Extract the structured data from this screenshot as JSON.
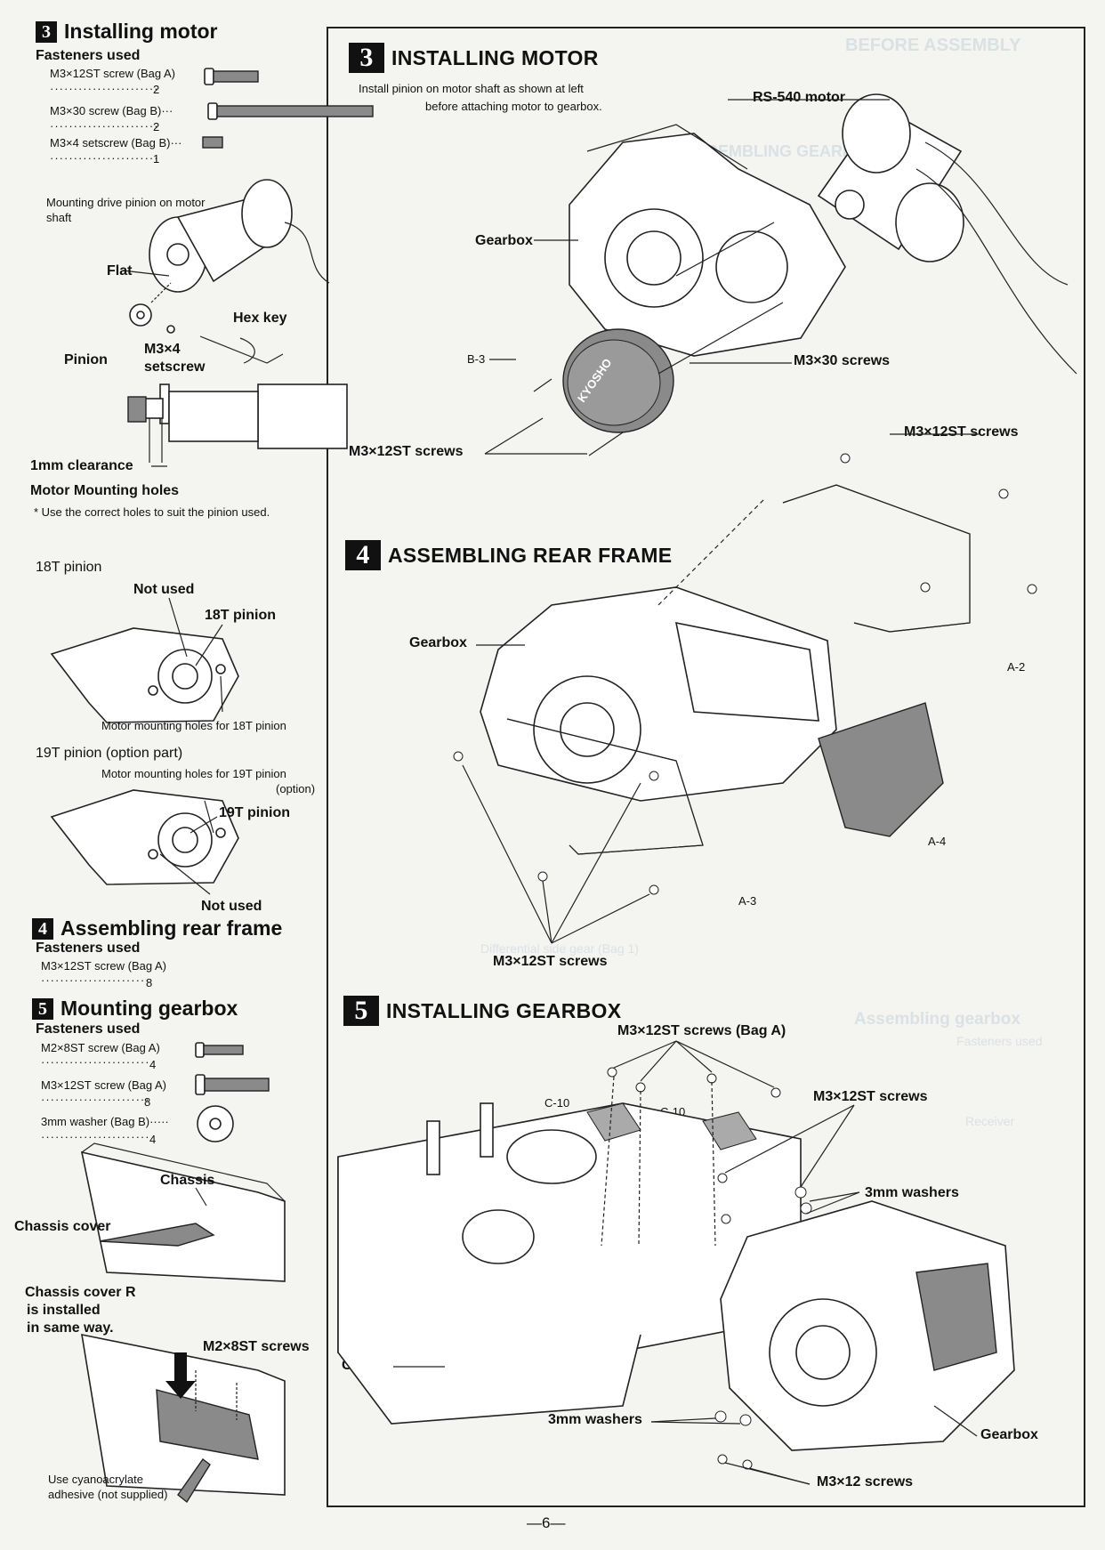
{
  "left": {
    "s3": {
      "num": "3",
      "title": "Installing motor",
      "fasteners_label": "Fasteners used",
      "fasteners": [
        {
          "name": "M3×12ST screw (Bag A)",
          "qty": "2"
        },
        {
          "name": "M3×30 screw (Bag B)···",
          "qty": "2"
        },
        {
          "name": "M3×4 setscrew (Bag B)···",
          "qty": "1"
        }
      ],
      "mounting_note": "Mounting drive pinion on motor shaft",
      "flat": "Flat",
      "hex_key": "Hex key",
      "pinion": "Pinion",
      "setscrew_a": "M3×4",
      "setscrew_b": "setscrew",
      "clearance": "1mm clearance",
      "mounting_holes": "Motor  Mounting holes",
      "holes_note": "* Use the correct holes to suit the pinion used.",
      "p18_title": "18T pinion",
      "not_used_1": "Not used",
      "p18_label": "18T pinion",
      "p18_holes": "Motor mounting holes for 18T pinion",
      "p19_title": "19T pinion (option part)",
      "p19_holes": "Motor mounting holes for 19T pinion",
      "p19_option": "(option)",
      "p19_label": "19T pinion",
      "not_used_2": "Not used"
    },
    "s4": {
      "num": "4",
      "title": "Assembling rear frame",
      "fasteners_label": "Fasteners used",
      "fasteners": [
        {
          "name": "M3×12ST screw (Bag A)",
          "qty": "8"
        }
      ]
    },
    "s5": {
      "num": "5",
      "title": "Mounting gearbox",
      "fasteners_label": "Fasteners used",
      "fasteners": [
        {
          "name": "M2×8ST screw (Bag A)",
          "qty": "4"
        },
        {
          "name": "M3×12ST screw (Bag A)",
          "qty": "8"
        },
        {
          "name": "3mm washer (Bag B)·····",
          "qty": "4"
        }
      ],
      "chassis": "Chassis",
      "chassis_cover": "Chassis cover",
      "cover_r_1": "Chassis cover R",
      "cover_r_2": "is installed",
      "cover_r_3": "in same way.",
      "m2_screws": "M2×8ST screws",
      "adhesive_1": "Use cyanoacrylate",
      "adhesive_2": "adhesive (not supplied)"
    }
  },
  "right": {
    "s3": {
      "num": "3",
      "title": "INSTALLING MOTOR",
      "note_1": "Install pinion on motor shaft as shown at left",
      "note_2": "before attaching motor to gearbox.",
      "motor": "RS-540 motor",
      "gearbox": "Gearbox",
      "b3": "B-3",
      "m3x30": "M3×30 screws",
      "m3x12_a": "M3×12ST screws",
      "m3x12_b": "M3×12ST screws",
      "logo": "KYOSHO"
    },
    "s4": {
      "num": "4",
      "title": "ASSEMBLING REAR FRAME",
      "gearbox": "Gearbox",
      "a2": "A-2",
      "a3": "A-3",
      "a4": "A-4",
      "screws": "M3×12ST screws"
    },
    "s5": {
      "num": "5",
      "title": "INSTALLING GEARBOX",
      "screws_bag": "M3×12ST screws (Bag A)",
      "c10a": "C-10",
      "c10b": "C-10",
      "screws": "M3×12ST screws",
      "washers_top": "3mm washers",
      "chassis": "Chassis",
      "washers_bottom": "3mm washers",
      "gearbox": "Gearbox",
      "m3x12": "M3×12 screws"
    }
  },
  "page_number": "—6—",
  "bleed_text": [
    "BEFORE ASSEMBLY",
    "ASSEMBLING GEARBOX-STEP 1",
    "Assembling gearbox",
    "Fasteners used",
    "Receiver",
    "Differential side gear (Bag 1)"
  ]
}
